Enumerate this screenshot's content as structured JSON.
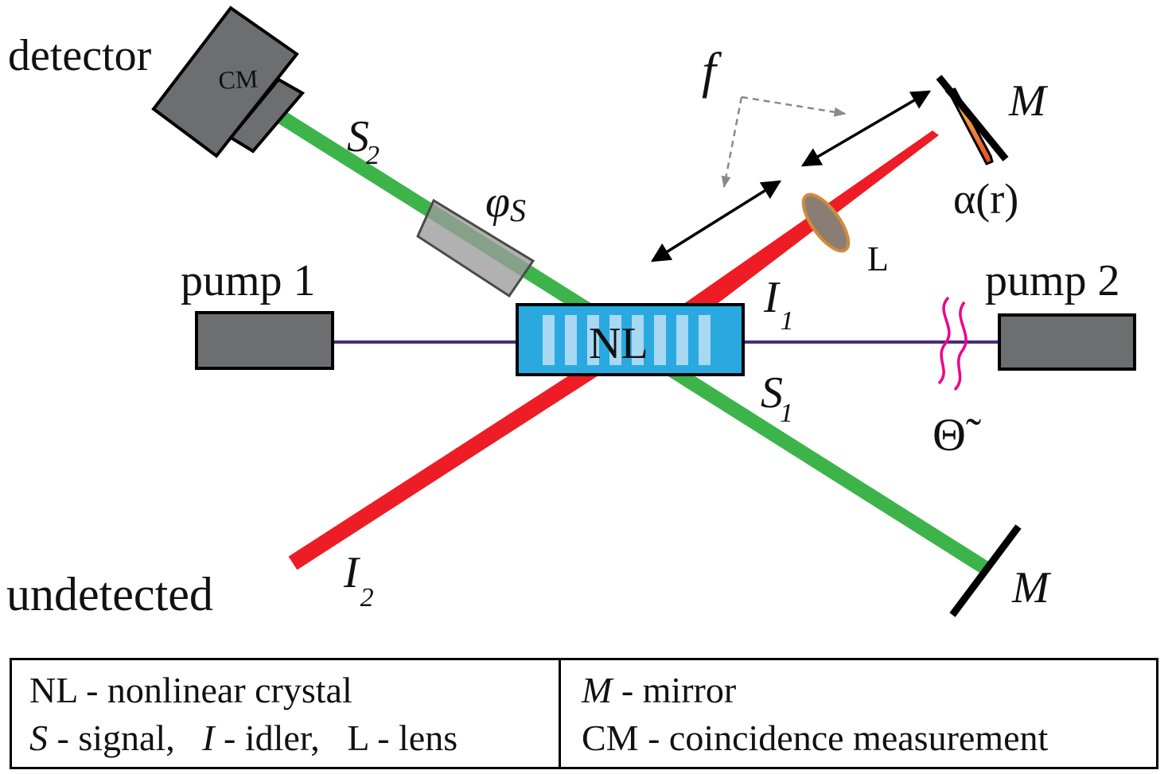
{
  "labels": {
    "detector": "detector",
    "cm": "CM",
    "undetected": "undetected",
    "pump1": "pump 1",
    "pump2": "pump 2",
    "nl": "NL",
    "lens": "L",
    "mirror_top": "M",
    "mirror_bottom": "M",
    "focal": "f",
    "alpha": "α(r)",
    "phi": "φ",
    "phi_sub": "S",
    "theta": "Θ̃",
    "S2": {
      "main": "S",
      "sub": "2"
    },
    "S1": {
      "main": "S",
      "sub": "1"
    },
    "I1": {
      "main": "I",
      "sub": "1"
    },
    "I2": {
      "main": "I",
      "sub": "2"
    }
  },
  "legend": {
    "nl_line": "NL - nonlinear crystal",
    "s_sym": "S",
    "s_text": " - signal,",
    "i_sym": "I",
    "i_text": " - idler,",
    "l_text": "L - lens",
    "m_sym": "M",
    "m_text": " - mirror",
    "cm_line": "CM - coincidence measurement"
  },
  "colors": {
    "signal": "#3cb44a",
    "idler": "#ee1c25",
    "pump": "#4b2a7b",
    "crystal": "#29a9e0",
    "device": "#6d6e70",
    "wave": "#ec008c"
  }
}
